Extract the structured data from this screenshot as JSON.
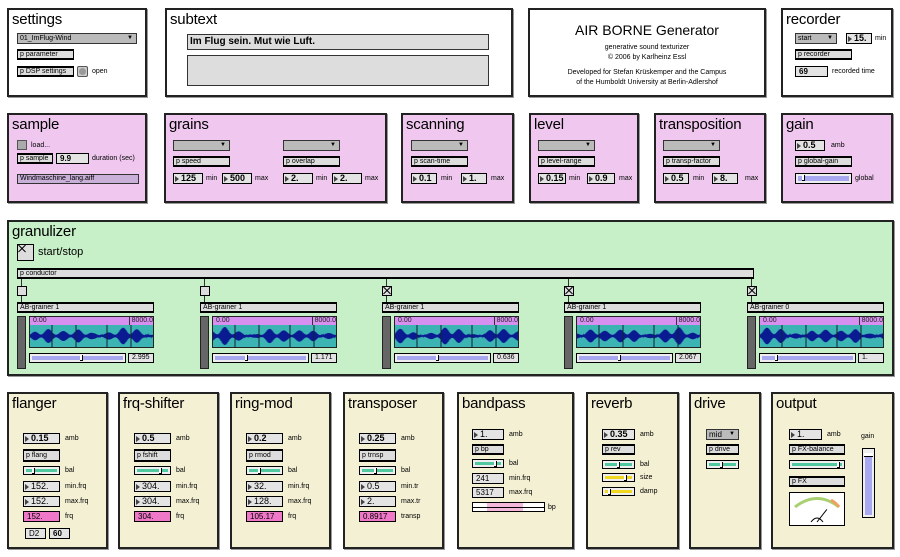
{
  "colors": {
    "top": "#ffffff",
    "controls": "#f0c8ef",
    "granulizer": "#c8f0c8",
    "effects": "#f4f0d4",
    "waveform": "#3cb4b4",
    "waveform_header": "#d890f0",
    "wave_ink": "#0a1a90"
  },
  "settings": {
    "title": "settings",
    "preset": "01_ImFlug-Wind",
    "parameter": "p parameter",
    "dsp": "p DSP settings",
    "open": "open"
  },
  "subtext": {
    "title": "subtext",
    "line1": "Im Flug sein. Mut wie Luft.",
    "line2": ""
  },
  "about": {
    "title": "AIR BORNE Generator",
    "subtitle": "generative sound texturizer",
    "copyright": "© 2006 by Karlheinz Essl",
    "dev1": "Developed for Stefan Krüskemper and the Campus",
    "dev2": "of the Humboldt University at Berlin-Adlershof"
  },
  "recorder": {
    "title": "recorder",
    "menu": "start",
    "minutes": "15.",
    "min_label": "min",
    "obj": "p recorder",
    "time": "69",
    "time_label": "recorded time"
  },
  "sample": {
    "title": "sample",
    "load": "load...",
    "obj": "p sample",
    "duration": "9.9",
    "duration_label": "duration (sec)",
    "file": "Windmaschine_lang.aiff"
  },
  "grains": {
    "title": "grains",
    "speed": {
      "obj": "p speed",
      "min": "125",
      "max": "500"
    },
    "overlap": {
      "obj": "p overlap",
      "min": "2.",
      "max": "2."
    },
    "min_label": "min",
    "max_label": "max"
  },
  "scanning": {
    "title": "scanning",
    "obj": "p scan-time",
    "min": "0.1",
    "max": "1.",
    "min_label": "min",
    "max_label": "max"
  },
  "level": {
    "title": "level",
    "obj": "p level-range",
    "min": "0.15",
    "max": "0.9",
    "min_label": "min",
    "max_label": "max"
  },
  "transposition": {
    "title": "transposition",
    "obj": "p transp-factor",
    "min": "0.5",
    "max": "8.",
    "min_label": "min",
    "max_label": "max"
  },
  "gain": {
    "title": "gain",
    "amb": "0.5",
    "amb_label": "amb",
    "obj": "p global-gain",
    "global_label": "global",
    "global": 0.12
  },
  "granulizer": {
    "title": "granulizer",
    "start_stop": "start/stop",
    "running": true,
    "conductor": "p conductor",
    "wave_start": "0.00",
    "wave_end": "8000.0",
    "grainers": [
      {
        "name": "AB-grainer 1",
        "on": false,
        "value": "2.995",
        "slider": 0.55
      },
      {
        "name": "AB-grainer 1",
        "on": false,
        "value": "1.171",
        "slider": 0.35
      },
      {
        "name": "AB-grainer 1",
        "on": true,
        "value": "0.636",
        "slider": 0.45
      },
      {
        "name": "AB-grainer 1",
        "on": true,
        "value": "2.067",
        "slider": 0.45
      },
      {
        "name": "AB-grainer 0",
        "on": true,
        "value": "1.",
        "slider": 0.17
      }
    ]
  },
  "flanger": {
    "title": "flanger",
    "amb": "0.15",
    "obj": "p flang",
    "bal": 0.25,
    "min": "152.",
    "max": "152.",
    "frq": "152.",
    "note": "D2",
    "velocity": "60",
    "labels": [
      "amb",
      "bal",
      "min.frq",
      "max.frq",
      "frq"
    ]
  },
  "frqshifter": {
    "title": "frq-shifter",
    "amb": "0.5",
    "obj": "p fshift",
    "bal": 0.8,
    "min": "304.",
    "max": "304.",
    "frq": "304.",
    "labels": [
      "amb",
      "bal",
      "min.frq",
      "max.frq",
      "frq"
    ]
  },
  "ringmod": {
    "title": "ring-mod",
    "amb": "0.2",
    "obj": "p rmod",
    "bal": 0.35,
    "min": "32.",
    "max": "128.",
    "frq": "105.17",
    "labels": [
      "amb",
      "bal",
      "min.frq",
      "max.frq",
      "frq"
    ]
  },
  "transposer": {
    "title": "transposer",
    "amb": "0.25",
    "obj": "p trnsp",
    "bal": 0.45,
    "min": "0.5",
    "max": "2.",
    "frq": "0.8917",
    "labels": [
      "amb",
      "bal",
      "min.tr",
      "max.tr",
      "transp"
    ]
  },
  "bandpass": {
    "title": "bandpass",
    "amb": "1.",
    "obj": "p bp",
    "bal": 0.85,
    "min": "241",
    "max": "5317",
    "labels": [
      "amb",
      "bal",
      "min.frq",
      "max.frq",
      "bp"
    ],
    "range": [
      0.2,
      0.7
    ]
  },
  "reverb": {
    "title": "reverb",
    "amb": "0.35",
    "obj": "p rev",
    "bal": 0.55,
    "size": 0.8,
    "damp": 0.2,
    "labels": [
      "amb",
      "bal",
      "size",
      "damp"
    ]
  },
  "drive": {
    "title": "drive",
    "mode": "mid",
    "obj": "p drive",
    "bal": 0.5
  },
  "output": {
    "title": "output",
    "amb": "1.",
    "amb_label": "amb",
    "balance": "p FX-balance",
    "bal": 0.95,
    "fx": "p FX",
    "gain_label": "gain",
    "gain": 0.95,
    "meter": 0.2
  }
}
